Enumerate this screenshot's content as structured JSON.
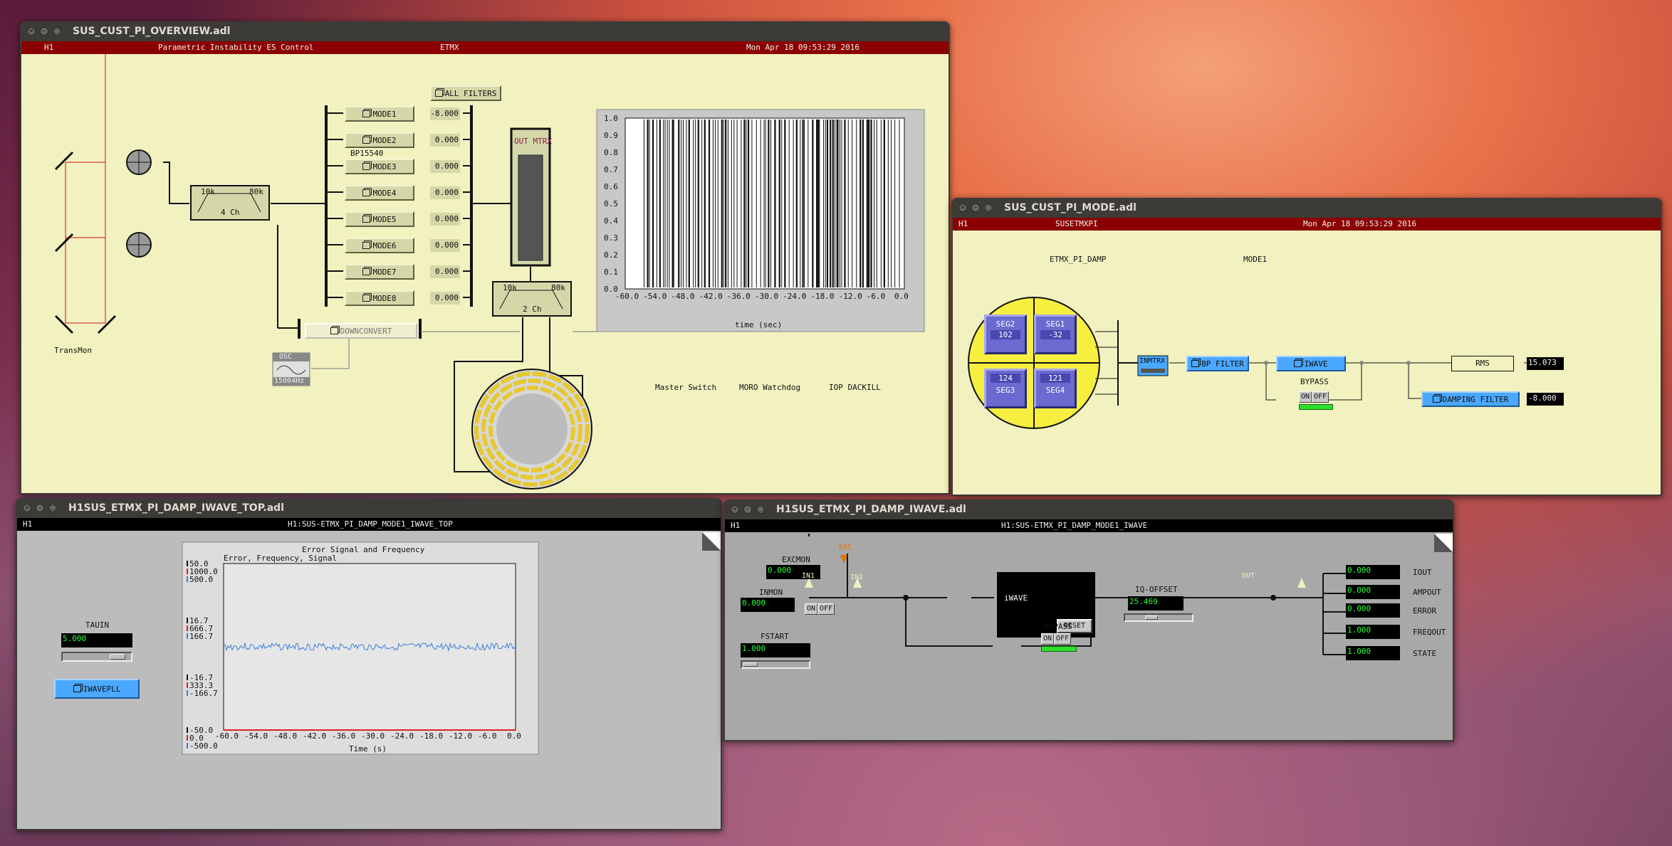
{
  "overview": {
    "title": "SUS_CUST_PI_OVERVIEW.adl",
    "hdr": {
      "ifo": "H1",
      "name": "Parametric Instability ES Control",
      "optic": "ETMX",
      "time": "Mon Apr 18 09:53:29 2016"
    },
    "all_filters": "ALL FILTERS",
    "modes": [
      {
        "label": "MODE1",
        "value": "-8.000"
      },
      {
        "label": "MODE2",
        "value": "0.000"
      },
      {
        "label": "MODE3",
        "value": "0.000"
      },
      {
        "label": "MODE4",
        "value": "0.000"
      },
      {
        "label": "MODE5",
        "value": "0.000"
      },
      {
        "label": "MODE6",
        "value": "0.000"
      },
      {
        "label": "MODE7",
        "value": "0.000"
      },
      {
        "label": "MODE8",
        "value": "0.000"
      }
    ],
    "bp_label": "BP15540",
    "filter4": {
      "low": "10k",
      "high": "80k",
      "ch": "4 Ch"
    },
    "filter2": {
      "low": "10k",
      "high": "80k",
      "ch": "2 Ch"
    },
    "out_mtrx": "OUT MTRX",
    "downconvert": "DOWNCONVERT",
    "osc": "OSC",
    "osc_freq": "15004Hz",
    "transmon": "TransMon",
    "master_switch": "Master Switch",
    "watchdog": "MORO Watchdog",
    "dackill": "IOP DACKILL",
    "chart_data": {
      "type": "line",
      "x_ticks": [
        "-60.0",
        "-54.0",
        "-48.0",
        "-42.0",
        "-36.0",
        "-30.0",
        "-24.0",
        "-18.0",
        "-12.0",
        "-6.0",
        "0.0"
      ],
      "y_ticks": [
        "1.0",
        "0.9",
        "0.8",
        "0.7",
        "0.6",
        "0.5",
        "0.4",
        "0.3",
        "0.2",
        "0.1",
        "0.0"
      ],
      "xlabel": "time (sec)",
      "xlim": [
        -60,
        0
      ],
      "ylim": [
        0,
        1
      ]
    }
  },
  "mode": {
    "title": "SUS_CUST_PI_MODE.adl",
    "hdr": {
      "ifo": "H1",
      "name": "SUSETMXPI",
      "time": "Mon Apr 18 09:53:29 2016"
    },
    "damp_label": "ETMX_PI_DAMP",
    "mode_label": "MODE1",
    "segs": [
      {
        "name": "SEG2",
        "value": "102"
      },
      {
        "name": "SEG1",
        "value": "-32"
      },
      {
        "name": "SEG3",
        "value": "124"
      },
      {
        "name": "SEG4",
        "value": "121"
      }
    ],
    "inmtrx": "INMTRX",
    "bp_filter": "BP FILTER",
    "iwave": "IWAVE",
    "bypass": "BYPASS",
    "on": "ON",
    "off": "OFF",
    "rms": "RMS",
    "rms_value": "15.073",
    "damping": "DAMPING FILTER",
    "damping_value": "-8.000"
  },
  "top": {
    "title": "H1SUS_ETMX_PI_DAMP_IWAVE_TOP.adl",
    "hdr": {
      "ifo": "H1",
      "channel": "H1:SUS-ETMX_PI_DAMP_MODE1_IWAVE_TOP"
    },
    "tauin": "TAUIN",
    "tauin_value": "5.000",
    "iwavepll": "IWAVEPLL",
    "chart_data": {
      "type": "line",
      "title": "Error Signal and Frequency",
      "subtitle": "Error, Frequency, Signal",
      "x_ticks": [
        "-60.0",
        "-54.0",
        "-48.0",
        "-42.0",
        "-36.0",
        "-30.0",
        "-24.0",
        "-18.0",
        "-12.0",
        "-6.0",
        "0.0"
      ],
      "xlabel": "Time (s)",
      "xlim": [
        -60,
        0
      ],
      "y_error": [
        "50.0",
        "16.7",
        "-16.7",
        "-50.0"
      ],
      "y_freq": [
        "1000.0",
        "666.7",
        "333.3",
        "0.0"
      ],
      "y_signal": [
        "500.0",
        "166.7",
        "-166.7",
        "-500.0"
      ],
      "series": [
        {
          "color": "#3a7fd8",
          "level": 0.5
        },
        {
          "color": "#e02020",
          "level": 0.0
        }
      ]
    }
  },
  "iwave": {
    "title": "H1SUS_ETMX_PI_DAMP_IWAVE.adl",
    "hdr": {
      "ifo": "H1",
      "channel": "H1:SUS-ETMX_PI_DAMP_MODE1_IWAVE"
    },
    "excmon": "EXCMON",
    "excmon_value": "0.000",
    "exc": "EXC",
    "inmon": "INMON",
    "inmon_value": "0.000",
    "in1": "IN1",
    "in2": "IN2",
    "on": "ON",
    "off": "OFF",
    "block": "iWAVE",
    "reset": "RESET",
    "iq_offset": "IQ-OFFSET",
    "iq_value": "25.469",
    "out": "OUT",
    "bypass": "BYPASS",
    "fstart": "FSTART",
    "fstart_value": "1.000",
    "outputs": [
      {
        "label": "IOUT",
        "value": "0.000"
      },
      {
        "label": "AMPOUT",
        "value": "0.000"
      },
      {
        "label": "ERROR",
        "value": "0.000"
      },
      {
        "label": "FREQOUT",
        "value": "1.000"
      },
      {
        "label": "STATE",
        "value": "1.000"
      }
    ]
  }
}
